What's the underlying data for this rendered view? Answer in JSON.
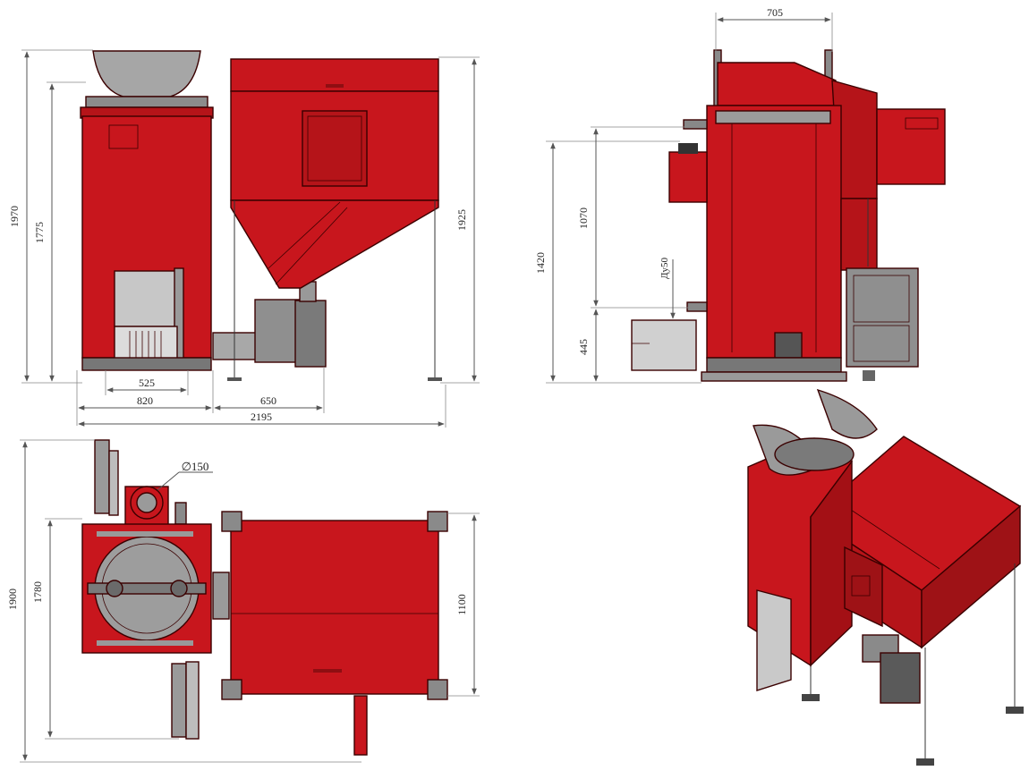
{
  "colors": {
    "boiler_red": "#c8161d",
    "boiler_dark_red": "#8f0e12",
    "steel_gray": "#9a9a9a",
    "light_gray": "#c9c9c9",
    "dark_gray": "#555555"
  },
  "front_view": {
    "dims": {
      "overall_height": "1970",
      "boiler_height": "1775",
      "hopper_height": "1925",
      "base_width": "525",
      "boiler_width": "820",
      "auger_width": "650",
      "overall_width": "2195"
    }
  },
  "side_view": {
    "dims": {
      "top_width": "705",
      "outlet_height": "1070",
      "total_height": "1420",
      "pipe_label": "Ду50",
      "bottom_height": "445"
    }
  },
  "top_view": {
    "dims": {
      "flue_diameter": "∅150",
      "overall_depth": "1900",
      "boiler_depth": "1780",
      "hopper_depth": "1100"
    }
  }
}
